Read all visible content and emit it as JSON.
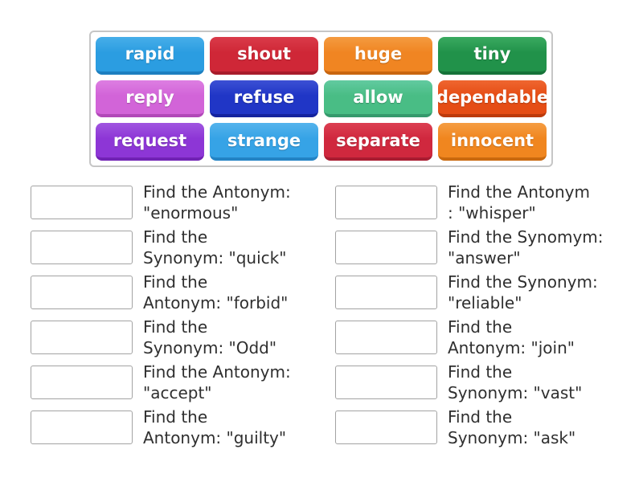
{
  "activity": {
    "type_label": "match-up",
    "text_color": "#2f2f2f",
    "panel_border_color": "#c6c6c6",
    "drop_zone_border_color": "#a3a3a3"
  },
  "tile_panel": {
    "tiles": [
      {
        "label": "rapid",
        "base": "#2b9de1",
        "light": "#47aee9",
        "dark": "#1d7fc0"
      },
      {
        "label": "shout",
        "base": "#cf2737",
        "light": "#da3b49",
        "dark": "#a81c2b"
      },
      {
        "label": "huge",
        "base": "#f08522",
        "light": "#f49b40",
        "dark": "#c9660f"
      },
      {
        "label": "tiny",
        "base": "#21924a",
        "light": "#3aaa60",
        "dark": "#167339"
      },
      {
        "label": "reply",
        "base": "#d264d8",
        "light": "#dd7ee2",
        "dark": "#b148b8"
      },
      {
        "label": "refuse",
        "base": "#2036c6",
        "light": "#3c50d4",
        "dark": "#14239e"
      },
      {
        "label": "allow",
        "base": "#49bd85",
        "light": "#62caa0",
        "dark": "#35996c"
      },
      {
        "label": "dependable",
        "base": "#e54d15",
        "light": "#ef6630",
        "dark": "#bc3a0b"
      },
      {
        "label": "request",
        "base": "#8d36d6",
        "light": "#a055e0",
        "dark": "#7122b4"
      },
      {
        "label": "strange",
        "base": "#36a3e6",
        "light": "#54b3ec",
        "dark": "#2383c4"
      },
      {
        "label": "separate",
        "base": "#d0283e",
        "light": "#dc3f52",
        "dark": "#a91c31"
      },
      {
        "label": "innocent",
        "base": "#f0861f",
        "light": "#f59d42",
        "dark": "#c9690e"
      }
    ]
  },
  "match_list": {
    "left": [
      {
        "text": "Find the Antonym:\n\"enormous\""
      },
      {
        "text": "Find the\nSynonym: \"quick\""
      },
      {
        "text": "Find the\nAntonym: \"forbid\""
      },
      {
        "text": "Find the\nSynonym: \"Odd\""
      },
      {
        "text": "Find the Antonym:\n\"accept\""
      },
      {
        "text": "Find the\nAntonym: \"guilty\""
      }
    ],
    "right": [
      {
        "text": "Find the Antonym\n: \"whisper\""
      },
      {
        "text": "Find the Synomym:\n\"answer\""
      },
      {
        "text": "Find the Synonym:\n\"reliable\""
      },
      {
        "text": "Find the\nAntonym: \"join\""
      },
      {
        "text": "Find the\nSynonym: \"vast\""
      },
      {
        "text": "Find the\nSynonym: \"ask\""
      }
    ]
  }
}
